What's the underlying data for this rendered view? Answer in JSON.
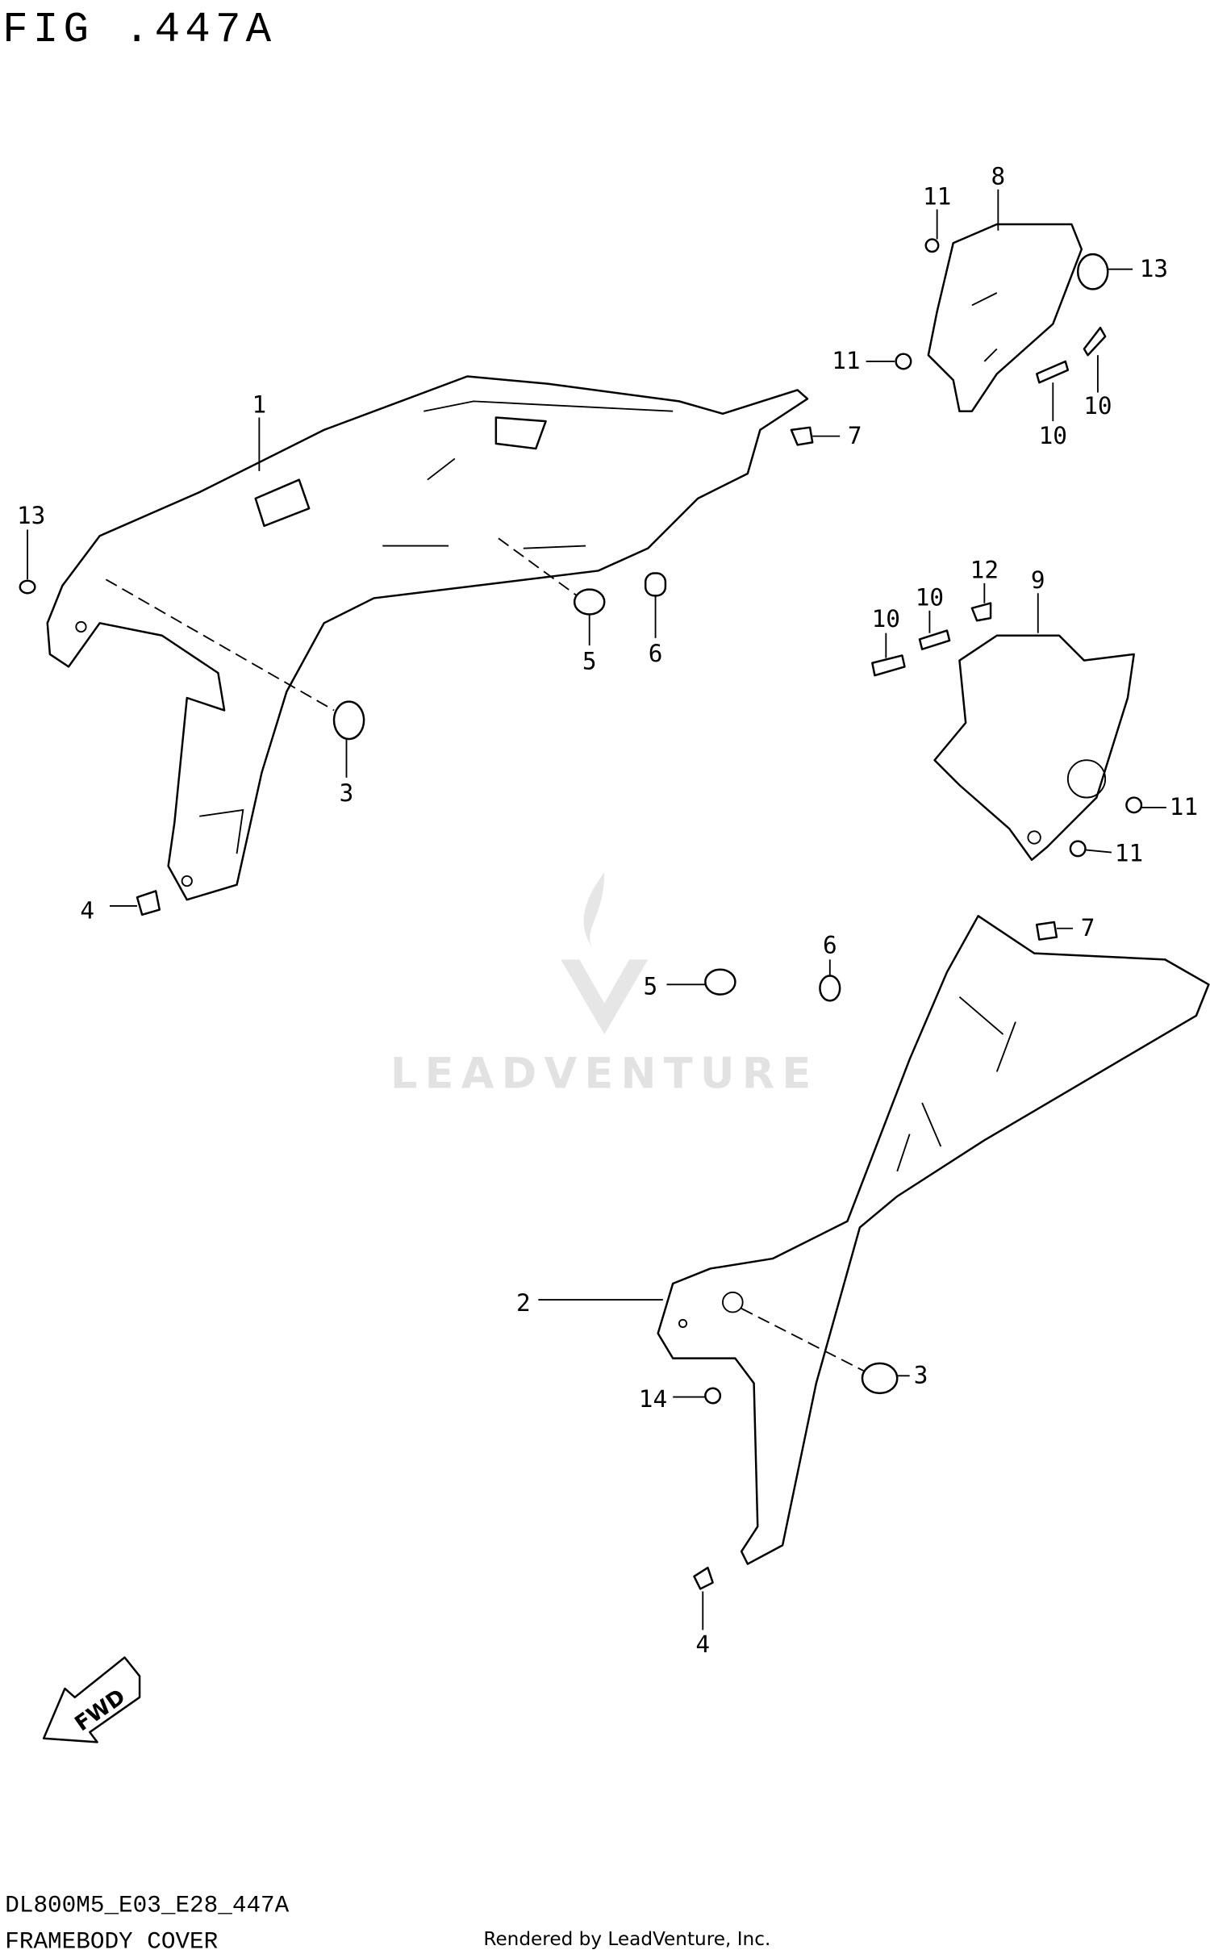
{
  "figure": {
    "title": "FIG .447A",
    "code": "DL800M5_E03_E28_447A",
    "name": "FRAMEBODY COVER",
    "credit": "Rendered by LeadVenture, Inc.",
    "watermark": "LEADVENTURE",
    "fwd_label": "FWD"
  },
  "callouts": [
    "1",
    "13",
    "3",
    "4",
    "5",
    "6",
    "7",
    "8",
    "11",
    "13",
    "11",
    "10",
    "10",
    "12",
    "9",
    "10",
    "10",
    "11",
    "11",
    "6",
    "7",
    "5",
    "2",
    "3",
    "14",
    "4"
  ]
}
